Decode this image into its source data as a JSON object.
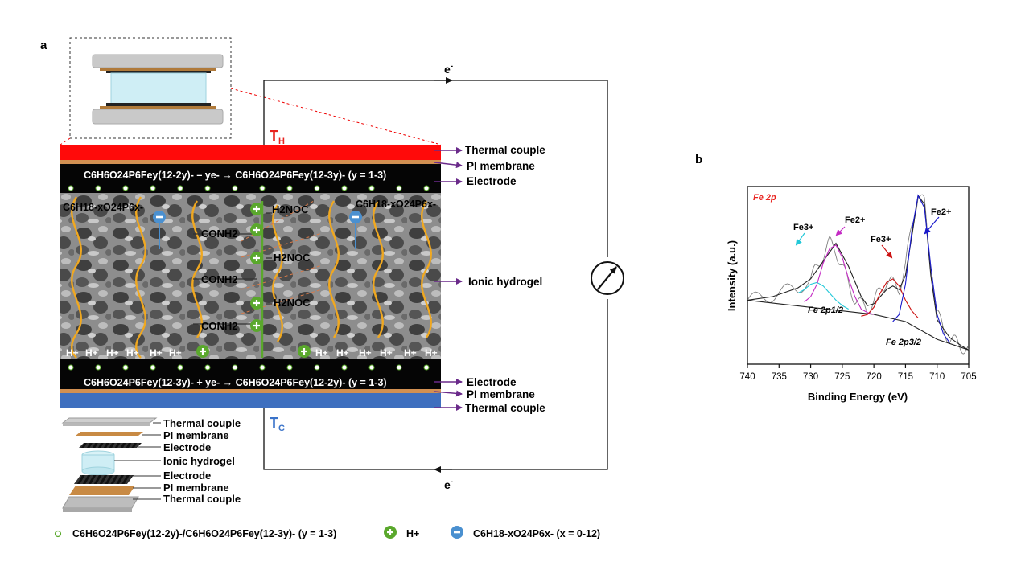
{
  "panel_a": {
    "label": "a",
    "electron_top": "e",
    "electron_bottom": "e",
    "electron_sup": "-",
    "th": {
      "main": "T",
      "sub": "H"
    },
    "tc": {
      "main": "T",
      "sub": "C"
    },
    "top_reaction": "C6H6O24P6Fey(12-2y)- – ye- → C6H6O24P6Fey(12-3y)-  (y = 1-3)",
    "bottom_reaction": "C6H6O24P6Fey(12-3y)- + ye- → C6H6O24P6Fey(12-2y)-  (y = 1-3)",
    "right_labels": {
      "thermal_couple_top": "Thermal couple",
      "pi_top": "PI membrane",
      "electrode_top": "Electrode",
      "ionic_hydrogel": "Ionic hydrogel",
      "electrode_bottom": "Electrode",
      "pi_bottom": "PI membrane",
      "thermal_couple_bottom": "Thermal couple"
    },
    "hydrogel_labels": {
      "anion_left": "C6H18-xO24P6x-",
      "anion_right": "C6H18-xO24P6x-",
      "conh2": [
        "CONH2",
        "CONH2",
        "CONH2"
      ],
      "h2noc": [
        "H2NOC",
        "H2NOC",
        "H2NOC"
      ],
      "h_plus": "H+"
    },
    "exploded_labels": [
      "Thermal couple",
      "PI membrane",
      "Electrode",
      "Ionic hydrogel",
      "Electrode",
      "PI membrane",
      "Thermal couple"
    ],
    "legend": {
      "complex": "C6H6O24P6Fey(12-2y)-/C6H6O24P6Fey(12-3y)-  (y = 1-3)",
      "proton": "H+",
      "anion": "C6H18-xO24P6x-  (x = 0-12)"
    }
  },
  "panel_b": {
    "label": "b",
    "chart_data": {
      "type": "line",
      "title": "Fe 2p",
      "xlabel": "Binding Energy (eV)",
      "ylabel": "Intensity (a.u.)",
      "xlim": [
        740,
        705
      ],
      "x_reversed": true,
      "x_ticks": [
        740,
        735,
        730,
        725,
        720,
        715,
        710,
        705
      ],
      "y_ticks_shown": false,
      "annotations": [
        "Fe3+",
        "Fe2+",
        "Fe3+",
        "Fe2+",
        "Fe 2p1/2",
        "Fe 2p3/2"
      ],
      "series": [
        {
          "role": "raw",
          "color": "#808080",
          "x": [
            740,
            738,
            736,
            734,
            732,
            730,
            729,
            728,
            727,
            726,
            725,
            724,
            723,
            722,
            721,
            720,
            719,
            718,
            717,
            716,
            715,
            714,
            713,
            712,
            711,
            710,
            709,
            708,
            707,
            706,
            705
          ],
          "y": [
            0.36,
            0.37,
            0.39,
            0.41,
            0.43,
            0.48,
            0.54,
            0.62,
            0.68,
            0.64,
            0.55,
            0.45,
            0.37,
            0.33,
            0.32,
            0.34,
            0.42,
            0.47,
            0.45,
            0.43,
            0.55,
            0.78,
            0.96,
            0.9,
            0.55,
            0.28,
            0.2,
            0.14,
            0.12,
            0.1,
            0.08
          ]
        },
        {
          "role": "fit",
          "color": "#222222",
          "x": [
            740,
            736,
            732,
            730,
            728,
            726,
            724,
            722,
            721,
            720,
            718,
            717,
            716,
            715,
            714,
            713,
            712,
            711,
            710,
            708,
            706,
            705
          ],
          "y": [
            0.36,
            0.38,
            0.43,
            0.48,
            0.58,
            0.68,
            0.55,
            0.38,
            0.33,
            0.34,
            0.42,
            0.44,
            0.42,
            0.5,
            0.72,
            0.95,
            0.9,
            0.5,
            0.25,
            0.15,
            0.1,
            0.08
          ]
        },
        {
          "role": "background",
          "color": "#222222",
          "x": [
            740,
            735,
            730,
            725,
            720,
            715,
            710,
            705
          ],
          "y": [
            0.36,
            0.34,
            0.32,
            0.3,
            0.28,
            0.24,
            0.14,
            0.08
          ]
        },
        {
          "role": "Fe3+ (2p1/2)",
          "color": "#22c8d8",
          "x": [
            732,
            731,
            730,
            729,
            728,
            727,
            726,
            725,
            724
          ],
          "y": [
            0.4,
            0.42,
            0.45,
            0.46,
            0.44,
            0.4,
            0.36,
            0.33,
            0.31
          ]
        },
        {
          "role": "Fe2+ (2p1/2)",
          "color": "#c42ac4",
          "x": [
            731,
            730,
            729,
            728,
            727,
            726,
            725,
            724,
            723,
            722,
            721,
            720
          ],
          "y": [
            0.35,
            0.38,
            0.45,
            0.57,
            0.65,
            0.67,
            0.6,
            0.48,
            0.38,
            0.31,
            0.29,
            0.28
          ]
        },
        {
          "role": "Fe3+ (2p3/2)",
          "color": "#cc1111",
          "x": [
            722,
            721,
            720,
            719,
            718,
            717,
            716,
            715,
            714,
            713
          ],
          "y": [
            0.27,
            0.28,
            0.32,
            0.4,
            0.46,
            0.48,
            0.44,
            0.36,
            0.3,
            0.26
          ]
        },
        {
          "role": "Fe2+ (2p3/2)",
          "color": "#1a1acc",
          "x": [
            717,
            716,
            715,
            714,
            713,
            712,
            711,
            710,
            709,
            708
          ],
          "y": [
            0.24,
            0.28,
            0.45,
            0.75,
            0.95,
            0.88,
            0.55,
            0.28,
            0.17,
            0.12
          ]
        }
      ]
    }
  }
}
